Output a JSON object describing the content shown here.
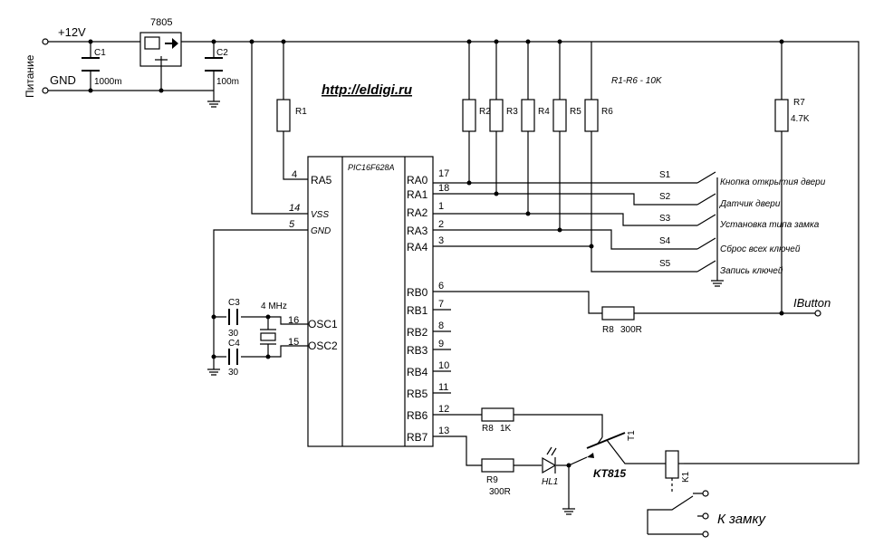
{
  "power": {
    "title": "Питание",
    "plus": "+12V",
    "gnd": "GND",
    "regulator": "7805",
    "c1_name": "C1",
    "c1_value": "1000m",
    "c2_name": "C2",
    "c2_value": "100m"
  },
  "url": "http://eldigi.ru",
  "note": "R1-R6 - 10K",
  "ic": {
    "name": "PIC16F628A",
    "left_pins": [
      {
        "num": "4",
        "label": "RA5"
      },
      {
        "num": "14",
        "label": "VSS"
      },
      {
        "num": "5",
        "label": "GND"
      },
      {
        "num": "16",
        "label": "OSC1"
      },
      {
        "num": "15",
        "label": "OSC2"
      }
    ],
    "right_pins": [
      {
        "num": "17",
        "label": "RA0"
      },
      {
        "num": "18",
        "label": "RA1"
      },
      {
        "num": "1",
        "label": "RA2"
      },
      {
        "num": "2",
        "label": "RA3"
      },
      {
        "num": "3",
        "label": "RA4"
      },
      {
        "num": "6",
        "label": "RB0"
      },
      {
        "num": "7",
        "label": "RB1"
      },
      {
        "num": "8",
        "label": "RB2"
      },
      {
        "num": "9",
        "label": "RB3"
      },
      {
        "num": "10",
        "label": "RB4"
      },
      {
        "num": "11",
        "label": "RB5"
      },
      {
        "num": "12",
        "label": "RB6"
      },
      {
        "num": "13",
        "label": "RB7"
      }
    ]
  },
  "resistors": {
    "r1": "R1",
    "r2": "R2",
    "r3": "R3",
    "r4": "R4",
    "r5": "R5",
    "r6": "R6",
    "r7": "R7",
    "r7_value": "4.7K",
    "r8": "R8",
    "r8_value": "300R",
    "r8b": "R8",
    "r8b_value": "1K",
    "r9": "R9",
    "r9_value": "300R"
  },
  "switches": [
    {
      "name": "S1",
      "label": "Кнопка открытия двери"
    },
    {
      "name": "S2",
      "label": "Датчик двери"
    },
    {
      "name": "S3",
      "label": "Установка типа замка"
    },
    {
      "name": "S4",
      "label": "Сброс всех ключей"
    },
    {
      "name": "S5",
      "label": "Запись ключей"
    }
  ],
  "osc": {
    "c3": "C3",
    "c3_value": "30",
    "c4": "C4",
    "c4_value": "30",
    "crystal": "4 MHz"
  },
  "ibutton": "IButton",
  "transistor": {
    "name": "T1",
    "type": "KT815"
  },
  "led": "HL1",
  "relay": "K1",
  "lock": "К замку"
}
